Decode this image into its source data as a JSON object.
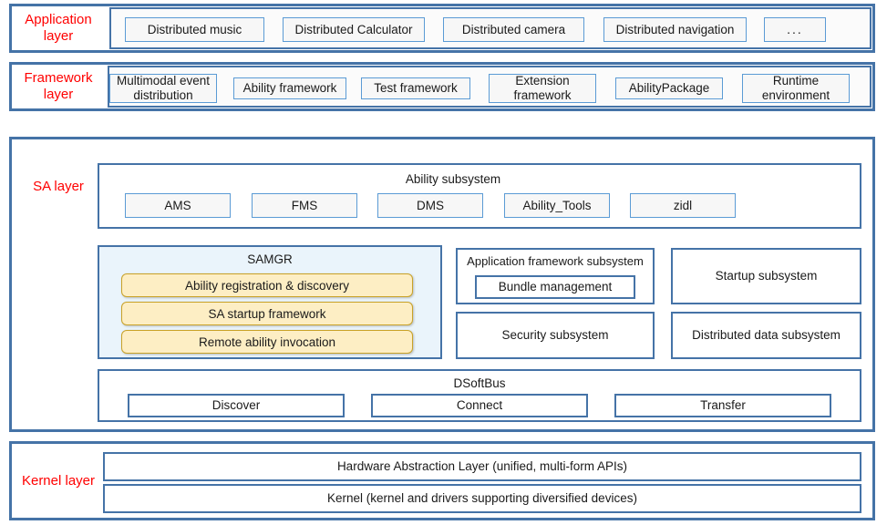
{
  "diagram": {
    "title": "OS layered architecture",
    "colors": {
      "layer_label": "#ff0000",
      "frame_border": "#4573a7",
      "box_border": "#5b9bd5",
      "box_fill": "#f7f7f7",
      "samgr_fill": "#eaf4fb",
      "pill_fill": "#fdeec4",
      "pill_border": "#c9a227"
    }
  },
  "application_layer": {
    "label": "Application\nlayer",
    "items": [
      {
        "label": "Distributed music"
      },
      {
        "label": "Distributed Calculator"
      },
      {
        "label": "Distributed camera"
      },
      {
        "label": "Distributed navigation"
      },
      {
        "label": "..."
      }
    ]
  },
  "framework_layer": {
    "label": "Framework\nlayer",
    "items": [
      {
        "label": "Multimodal event\ndistribution"
      },
      {
        "label": "Ability framework"
      },
      {
        "label": "Test framework"
      },
      {
        "label": "Extension\nframework"
      },
      {
        "label": "AbilityPackage"
      },
      {
        "label": "Runtime\nenvironment"
      }
    ]
  },
  "sa_layer": {
    "label": "SA layer",
    "ability_subsystem": {
      "title": "Ability subsystem",
      "items": [
        {
          "label": "AMS"
        },
        {
          "label": "FMS"
        },
        {
          "label": "DMS"
        },
        {
          "label": "Ability_Tools"
        },
        {
          "label": "zidl"
        }
      ]
    },
    "samgr": {
      "title": "SAMGR",
      "items": [
        {
          "label": "Ability registration & discovery"
        },
        {
          "label": "SA startup framework"
        },
        {
          "label": "Remote ability invocation"
        }
      ]
    },
    "app_framework_subsystem": {
      "title": "Application framework  subsystem",
      "items": [
        {
          "label": "Bundle management"
        }
      ]
    },
    "security_subsystem": {
      "label": "Security subsystem"
    },
    "startup_subsystem": {
      "label": "Startup subsystem"
    },
    "distributed_data_subsystem": {
      "label": "Distributed data subsystem"
    },
    "dsoftbus": {
      "title": "DSoftBus",
      "items": [
        {
          "label": "Discover"
        },
        {
          "label": "Connect"
        },
        {
          "label": "Transfer"
        }
      ]
    }
  },
  "kernel_layer": {
    "label": "Kernel layer",
    "items": [
      {
        "label": "Hardware Abstraction Layer (unified, multi-form APIs)"
      },
      {
        "label": "Kernel (kernel and drivers supporting diversified devices)"
      }
    ]
  }
}
